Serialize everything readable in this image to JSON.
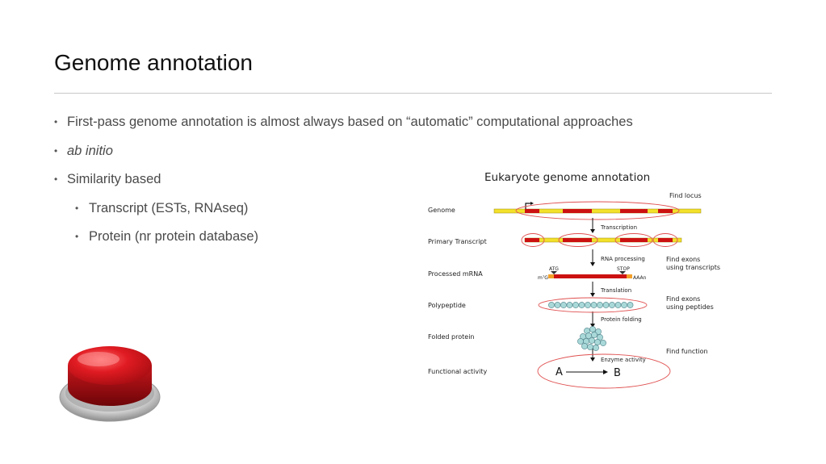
{
  "slide": {
    "title": "Genome annotation",
    "bullets": [
      {
        "text": "First-pass genome annotation is almost always based on “automatic” computational approaches",
        "level": 1,
        "italic": false
      },
      {
        "text": "ab initio",
        "level": 1,
        "italic": true
      },
      {
        "text": "Similarity based",
        "level": 1,
        "italic": false
      },
      {
        "text": "Transcript (ESTs, RNAseq)",
        "level": 2,
        "italic": false
      },
      {
        "text": "Protein (nr protein database)",
        "level": 2,
        "italic": false
      }
    ]
  },
  "diagram": {
    "title": "Eukaryote genome annotation",
    "row_labels": [
      "Genome",
      "Primary Transcript",
      "Processed mRNA",
      "Polypeptide",
      "Folded protein",
      "Functional activity"
    ],
    "step_labels": [
      "Transcription",
      "RNA processing",
      "Translation",
      "Protein folding",
      "Enzyme activity"
    ],
    "annotations": {
      "find_locus": "Find locus",
      "find_exons_transcripts_1": "Find exons",
      "find_exons_transcripts_2": "using transcripts",
      "find_exons_peptides_1": "Find exons",
      "find_exons_peptides_2": "using peptides",
      "find_function": "Find function"
    },
    "mrna_labels": {
      "start": "ATG",
      "stop": "STOP",
      "cap": "m⁷G",
      "polya": "AAAn"
    },
    "reaction": {
      "substrate": "A",
      "product": "B"
    },
    "colors": {
      "exon": "#cc1111",
      "intron": "#f3e02a",
      "highlight_oval": "#e05050",
      "bead": "#a9d8d8",
      "bead_stroke": "#4a7f86"
    }
  },
  "icons": {
    "button": "red-push-button-icon"
  }
}
